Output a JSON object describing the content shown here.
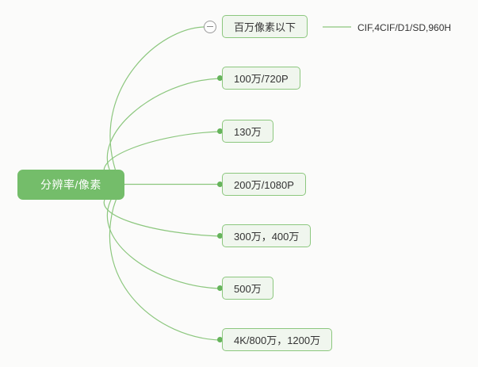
{
  "mindmap": {
    "background_color": "#fbfbfa",
    "accent_color": "#74bd6a",
    "branch_color": "#8cc77e",
    "root": {
      "label": "分辨率/像素",
      "text_color": "#ffffff",
      "fill_color": "#74bd6a"
    },
    "nodes": [
      {
        "id": "node-1",
        "label": "百万像素以下",
        "collapsed": false,
        "toggle_icon": "minus-circle-icon",
        "connector": "toggle",
        "leaf": {
          "label": "CIF,4CIF/D1/SD,960H"
        }
      },
      {
        "id": "node-2",
        "label": "100万/720P",
        "connector": "dot"
      },
      {
        "id": "node-3",
        "label": "130万",
        "connector": "dot"
      },
      {
        "id": "node-4",
        "label": "200万/1080P",
        "connector": "dot"
      },
      {
        "id": "node-5",
        "label": "300万，400万",
        "connector": "dot"
      },
      {
        "id": "node-6",
        "label": "500万",
        "connector": "dot"
      },
      {
        "id": "node-7",
        "label": "4K/800万，1200万",
        "connector": "dot"
      }
    ]
  }
}
